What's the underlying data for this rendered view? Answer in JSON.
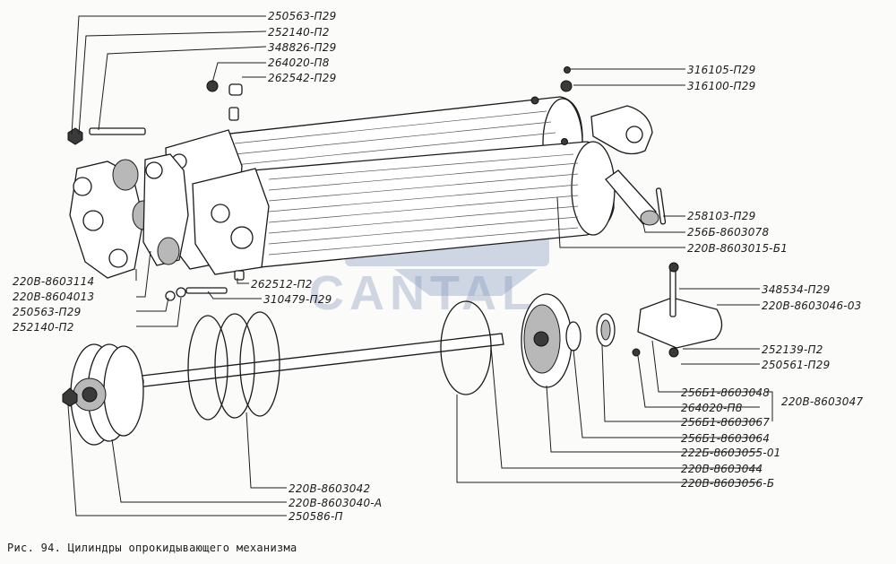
{
  "caption": "Рис. 94. Цилиндры опрокидывающего механизма",
  "watermark": "CANTAL",
  "labels": [
    "250563-П29",
    "252140-П2",
    "348826-П29",
    "264020-П8",
    "262542-П29",
    "316105-П29",
    "316100-П29",
    "258103-П29",
    "256Б-8603078",
    "220В-8603015-Б1",
    "220В-8603114",
    "220В-8604013",
    "250563-П29",
    "252140-П2",
    "262512-П2",
    "310479-П29",
    "348534-П29",
    "220В-8603046-03",
    "252139-П2",
    "250561-П29",
    "256Б1-8603048",
    "264020-П8",
    "220В-8603047",
    "256Б1-8603067",
    "256Б1-8603064",
    "222Б-8603055-01",
    "220В-8603044",
    "220В-8603056-Б",
    "220В-8603042",
    "220В-8603040-А",
    "250586-П"
  ],
  "colors": {
    "ink": "#1c1c1c",
    "watermark": "#7f93b8",
    "paper": "#fbfbfa"
  }
}
